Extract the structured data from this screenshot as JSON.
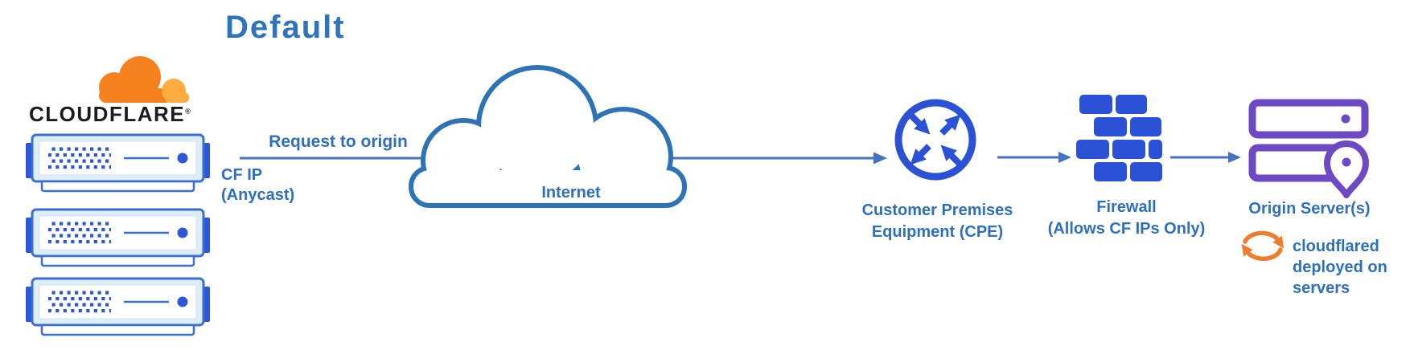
{
  "title": "Default",
  "cloudflare_logo": {
    "wordmark": "CLOUDFLARE",
    "registered_mark": "®"
  },
  "flow": {
    "request_arrow_label": "Request to origin",
    "cf_ip_line1": "CF IP",
    "cf_ip_line2": "(Anycast)",
    "internet_label": "Internet"
  },
  "nodes": {
    "cpe": {
      "line1": "Customer Premises",
      "line2": "Equipment (CPE)"
    },
    "firewall": {
      "line1": "Firewall",
      "line2": "(Allows CF IPs Only)"
    },
    "origin": {
      "label": "Origin Server(s)"
    },
    "cloudflared_note": {
      "line1": "cloudflared",
      "line2": "deployed on",
      "line3": "servers"
    }
  },
  "colors": {
    "title_blue": "#2e74bd",
    "label_blue": "#2d6fc0",
    "arrow_blue": "#4472c4",
    "icon_blue": "#2b52d6",
    "cloud_blue": "#2e73b8",
    "server_border": "#3b6fd4",
    "server_tab": "#2b57d8",
    "server_fill": "#ddeef8",
    "purple": "#6d49c4",
    "cf_orange": "#f6821f",
    "cf_orange_light": "#fbad41",
    "sync_orange": "#ee7d2f",
    "wordmark_black": "#1b1c1e"
  }
}
